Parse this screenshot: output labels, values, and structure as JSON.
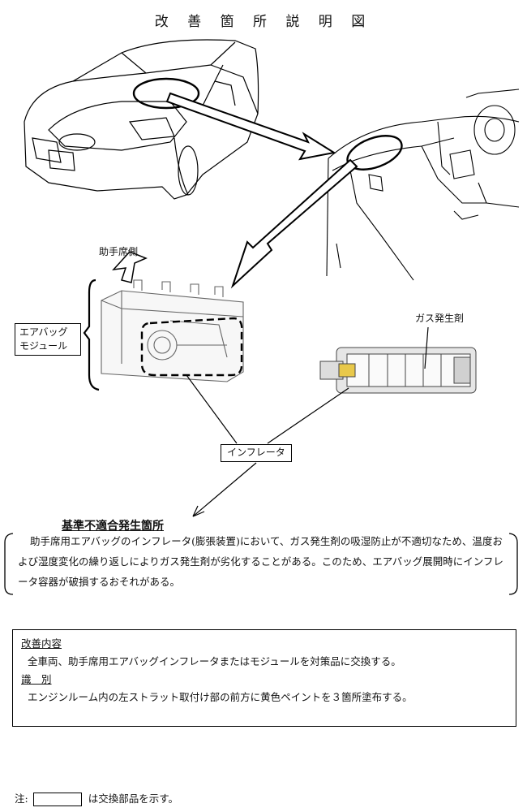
{
  "title": "改 善 箇 所 説 明 図",
  "labels": {
    "passenger_side": "助手席側",
    "module": "エアバッグ\nモジュール",
    "module_line1": "エアバッグ",
    "module_line2": "モジュール",
    "inflator": "インフレータ",
    "gas_generant": "ガス発生剤"
  },
  "nonconformity": {
    "heading": "基準不適合発生箇所",
    "text": "助手席用エアバッグのインフレータ(膨張装置)において、ガス発生剤の吸湿防止が不適切なため、温度および湿度変化の繰り返しによりガス発生剤が劣化することがある。このため、エアバッグ展開時にインフレータ容器が破損するおそれがある。"
  },
  "remedy": {
    "heading": "改善内容",
    "text": "全車両、助手席用エアバッグインフレータまたはモジュールを対策品に交換する。",
    "id_heading": "識　別",
    "id_text": "エンジンルーム内の左ストラット取付け部の前方に黄色ペイントを３箇所塗布する。"
  },
  "note": {
    "prefix": "注:",
    "suffix": "は交換部品を示す。"
  }
}
